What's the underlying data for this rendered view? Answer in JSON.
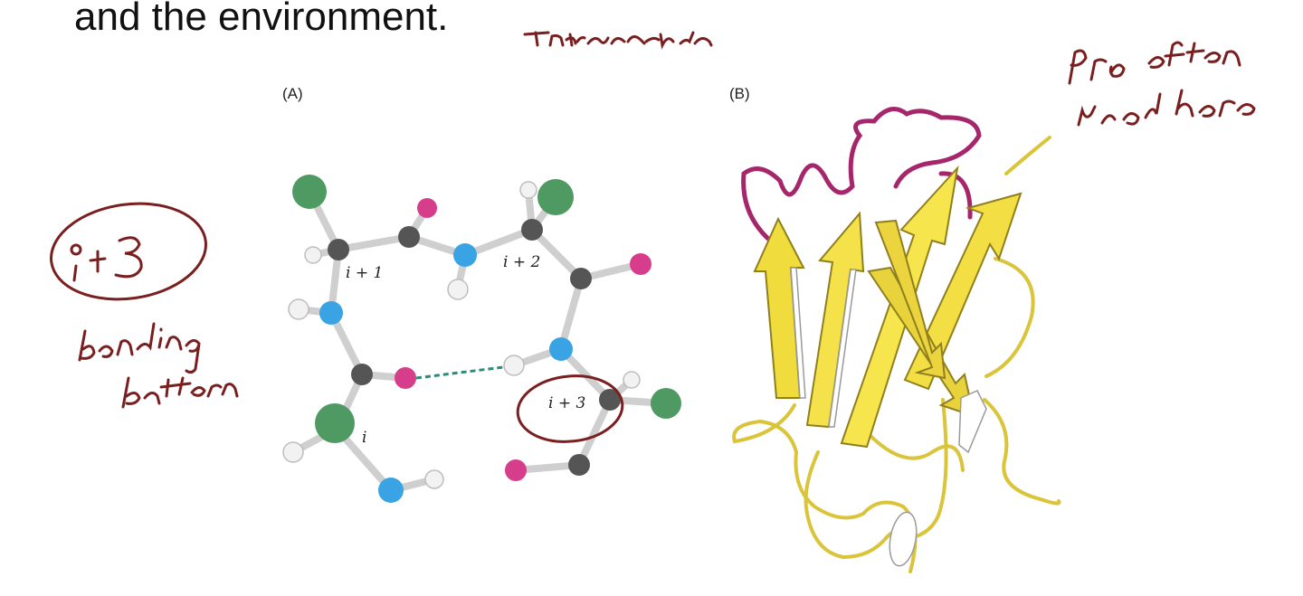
{
  "slide": {
    "heading": "and the environment.",
    "panel_a_label": "(A)",
    "panel_b_label": "(B)",
    "residue_labels": [
      "i + 1",
      "i + 2",
      "i + 3",
      "i"
    ]
  },
  "annotations": {
    "intrachain": "Intrachain",
    "i_plus_3": "i+3",
    "bonding_pattern": "bonding pattern",
    "pro_note": "pro often used here"
  },
  "colors": {
    "ink": "#7a1f1f",
    "carbon": "#555555",
    "nitrogen": "#3aa3e3",
    "oxygen": "#d63d8a",
    "side_chain": "#4f9a62",
    "hydrogen": "#f2f2f2",
    "strand_yellow": "#f0dc3c",
    "loop_magenta": "#a6266b"
  }
}
